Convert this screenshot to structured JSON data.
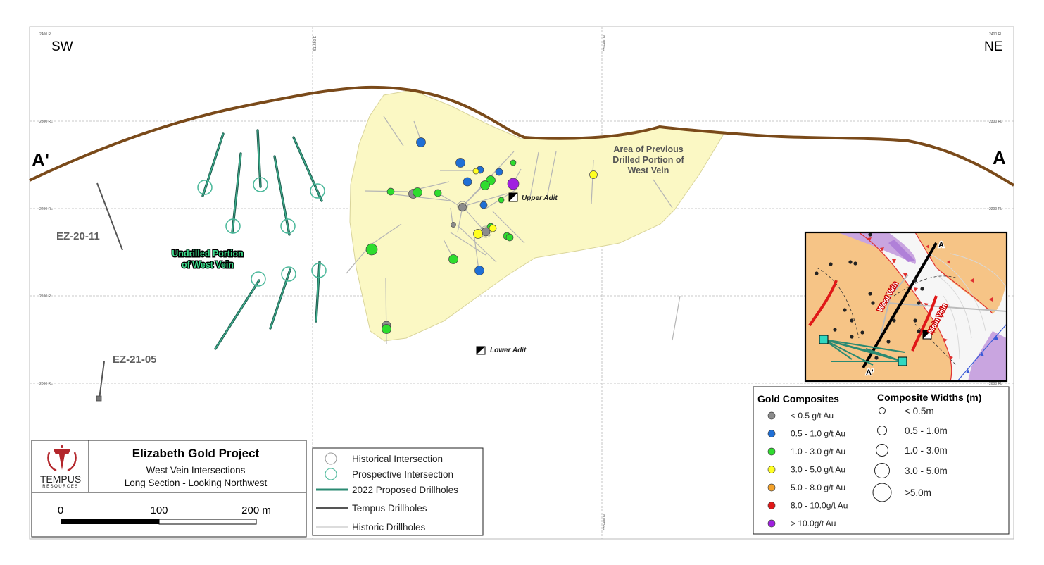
{
  "directions": {
    "left": "SW",
    "right": "NE"
  },
  "section_ends": {
    "left": "A'",
    "right": "A"
  },
  "rl_labels": {
    "rl_2400": "2400 RL",
    "rl_2300": "2300 RL",
    "rl_2200": "2200 RL",
    "rl_2100": "2100 RL",
    "rl_2000": "2000 RL"
  },
  "easting_labels": {
    "e1": "511550 E",
    "e2": "555400 N"
  },
  "holes": {
    "ez2011": "EZ-20-11",
    "ez2105": "EZ-21-05"
  },
  "adits": {
    "upper": "Upper Adit",
    "lower": "Lower Adit"
  },
  "area_label": {
    "line1": "Area of Previous",
    "line2": "Drilled Portion of",
    "line3": "West Vein"
  },
  "undrilled_label": {
    "line1": "Undrilled Portion",
    "line2": "of West Vein"
  },
  "title_box": {
    "title": "Elizabeth Gold Project",
    "sub1": "West Vein Intersections",
    "sub2": "Long Section - Looking Northwest",
    "logo_name": "TEMPUS",
    "logo_sub": "RESOURCES"
  },
  "scale_bar": {
    "l0": "0",
    "l1": "100",
    "l2": "200 m"
  },
  "legend": {
    "historical": "Historical Intersection",
    "prospective": "Prospective Intersection",
    "proposed": "2022 Proposed Drillholes",
    "tempus": "Tempus Drillholes",
    "historic": "Historic Drillholes"
  },
  "gold_legend": {
    "title": "Gold Composites",
    "items": [
      "< 0.5 g/t Au",
      "0.5 - 1.0 g/t Au",
      "1.0 - 3.0 g/t Au",
      "3.0 - 5.0 g/t Au",
      "5.0 - 8.0 g/t Au",
      "8.0 - 10.0g/t Au",
      "> 10.0g/t Au"
    ],
    "colors": [
      "#8c8c8c",
      "#1f6fd6",
      "#2edc2e",
      "#ffff22",
      "#f4a22a",
      "#e01818",
      "#a020e0"
    ]
  },
  "width_legend": {
    "title": "Composite Widths (m)",
    "items": [
      "< 0.5m",
      "0.5 - 1.0m",
      "1.0 - 3.0m",
      "3.0 - 5.0m",
      ">5.0m"
    ]
  },
  "inset": {
    "west_vein": "West Vein",
    "main_vein": "Main Vein",
    "a": "A",
    "a_prime": "A'"
  },
  "colors": {
    "topo": "#7a4a1a",
    "drilled_area": "#fbf8c4",
    "proposed": "#2a8a72",
    "prospective_ring": "#4ab89a",
    "inset_orange": "#f6c486"
  }
}
